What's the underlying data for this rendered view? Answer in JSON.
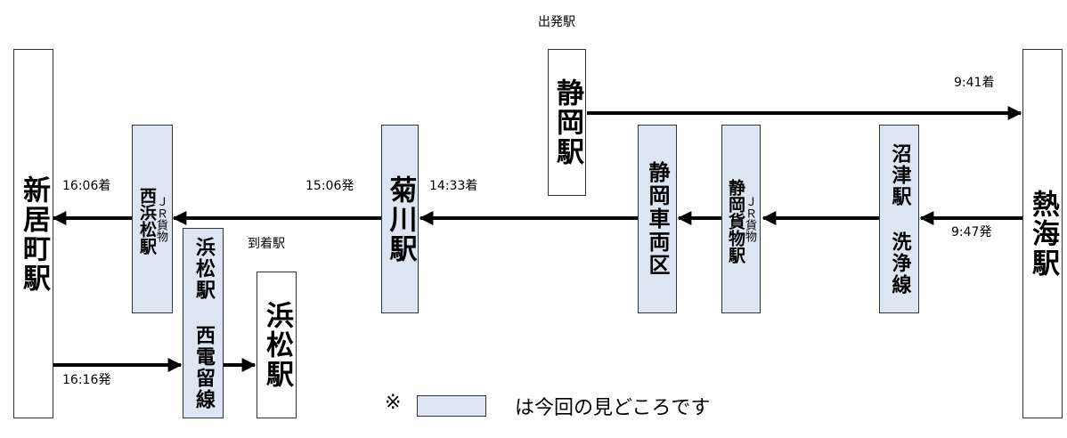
{
  "stations": {
    "atami": "熱海駅",
    "shizuoka": "静岡駅",
    "numazu": "沼津駅 洗浄線",
    "shizuoka_kamotsu_top": "ＪＲ貨物",
    "shizuoka_kamotsu": "静岡貨物駅",
    "shizuoka_sharyoku": "静岡車両区",
    "kikugawa": "菊川駅",
    "hamamatsu": "浜松駅",
    "hamamatsu_seiden": "浜松駅 西電留線",
    "nishihamamatsu_top": "ＪＲ貨物",
    "nishihamamatsu": "西浜松駅",
    "shinjo": "新居町駅"
  },
  "labels": {
    "departure_station": "出発駅",
    "arrival_station": "到着駅",
    "t_941": "9:41着",
    "t_947": "9:47発",
    "t_1433": "14:33着",
    "t_1506": "15:06発",
    "t_1606": "16:06着",
    "t_1616": "16:16発"
  },
  "legend": {
    "mark": "※",
    "text": "は今回の見どころです"
  },
  "colors": {
    "highlight": "#dce6f2",
    "border": "#333333",
    "arrow": "#000000"
  }
}
